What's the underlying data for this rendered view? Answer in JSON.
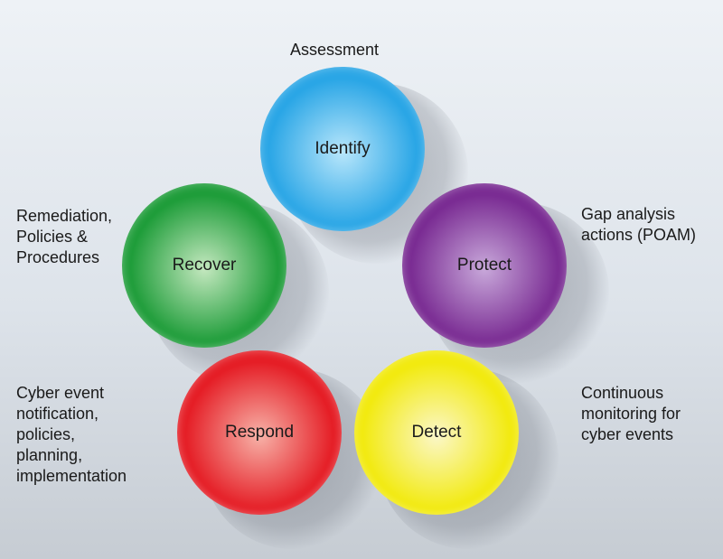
{
  "diagram": {
    "nodes": [
      {
        "id": "identify",
        "label": "Identify",
        "color": "#2aa6e6",
        "highlight": "#b8e6fb"
      },
      {
        "id": "protect",
        "label": "Protect",
        "color": "#7a2c93",
        "highlight": "#c8a8da"
      },
      {
        "id": "detect",
        "label": "Detect",
        "color": "#f2ea10",
        "highlight": "#fbf7c8"
      },
      {
        "id": "respond",
        "label": "Respond",
        "color": "#e51e26",
        "highlight": "#f7b2a8"
      },
      {
        "id": "recover",
        "label": "Recover",
        "color": "#1f9d3a",
        "highlight": "#c4e8bf"
      }
    ],
    "annotations": {
      "identify": "Assessment",
      "protect": "Gap analysis\nactions (POAM)",
      "detect": "Continuous\nmonitoring for\ncyber events",
      "respond": "Cyber event\nnotification,\npolicies,\nplanning,\nimplementation",
      "recover": "Remediation,\nPolicies &\nProcedures"
    }
  }
}
